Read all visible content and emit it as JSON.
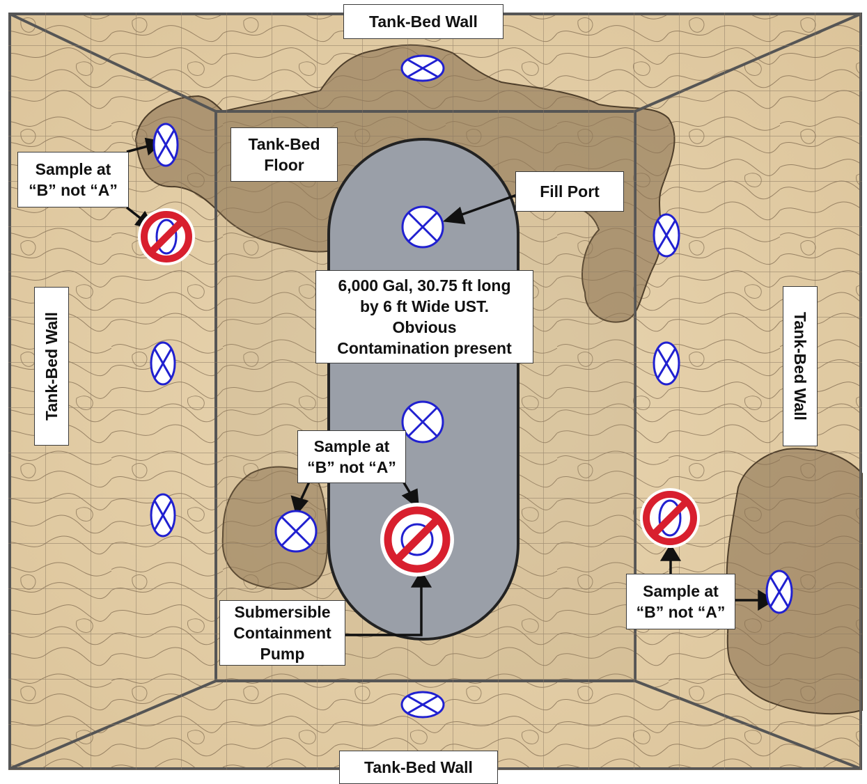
{
  "labels": {
    "wall_top": "Tank-Bed Wall",
    "wall_bottom": "Tank-Bed Wall",
    "wall_left": "Tank-Bed Wall",
    "wall_right": "Tank-Bed Wall",
    "floor": [
      "Tank-Bed",
      "Floor"
    ],
    "fill_port": "Fill Port",
    "tank_info": [
      "6,000 Gal, 30.75 ft long",
      "by 6 ft Wide UST.",
      "Obvious",
      "Contamination present"
    ],
    "sample_note_left": [
      "Sample at",
      "“B” not “A”"
    ],
    "sample_note_center": [
      "Sample at",
      "“B” not “A”"
    ],
    "sample_note_right": [
      "Sample at",
      "“B” not “A”"
    ],
    "pump": [
      "Submersible",
      "Containment",
      "Pump"
    ]
  },
  "colors": {
    "soil": "#e6d0a9",
    "contour": "#5a4530",
    "contamination": "#8a7151",
    "tank": "#9a9fa8",
    "sample_marker": "#2020d0",
    "prohibited": "#d81f2e"
  },
  "icons": {
    "sample_marker": "circle-x-icon",
    "prohibited": "prohibited-sign-icon"
  }
}
